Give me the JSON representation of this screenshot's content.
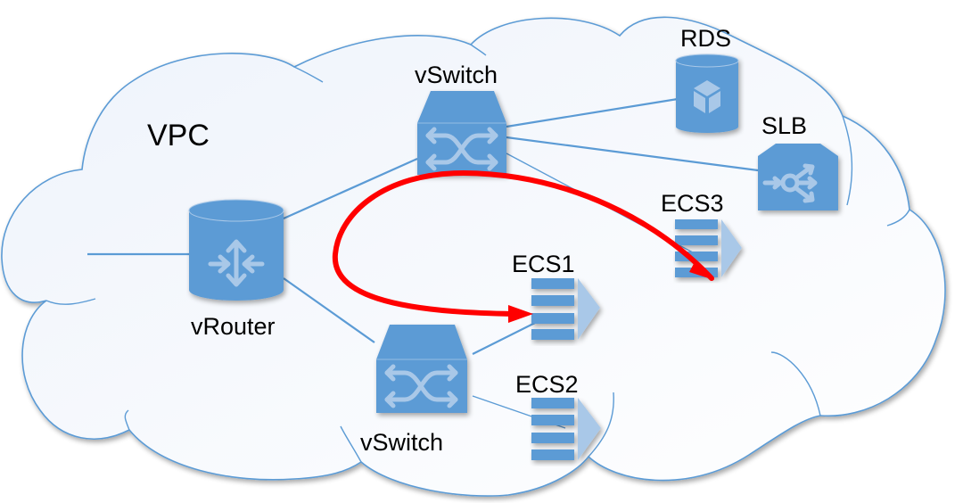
{
  "diagram": {
    "cloud_label": "VPC",
    "nodes": [
      {
        "id": "vrouter",
        "label": "vRouter",
        "icon": "router-cylinder-icon"
      },
      {
        "id": "vswitch_top",
        "label": "vSwitch",
        "icon": "switch-icon"
      },
      {
        "id": "vswitch_bottom",
        "label": "vSwitch",
        "icon": "switch-icon"
      },
      {
        "id": "rds",
        "label": "RDS",
        "icon": "database-cube-icon"
      },
      {
        "id": "slb",
        "label": "SLB",
        "icon": "load-balancer-icon"
      },
      {
        "id": "ecs1",
        "label": "ECS1",
        "icon": "server-stack-icon"
      },
      {
        "id": "ecs2",
        "label": "ECS2",
        "icon": "server-stack-icon"
      },
      {
        "id": "ecs3",
        "label": "ECS3",
        "icon": "server-stack-icon"
      }
    ],
    "links": [
      {
        "from": "external",
        "to": "vrouter"
      },
      {
        "from": "vrouter",
        "to": "vswitch_top"
      },
      {
        "from": "vrouter",
        "to": "vswitch_bottom"
      },
      {
        "from": "vswitch_top",
        "to": "rds"
      },
      {
        "from": "vswitch_top",
        "to": "slb"
      },
      {
        "from": "vswitch_top",
        "to": "ecs3"
      },
      {
        "from": "vswitch_bottom",
        "to": "ecs1"
      },
      {
        "from": "vswitch_bottom",
        "to": "ecs2"
      }
    ],
    "highlight_path": {
      "from": "ecs3",
      "to": "ecs1",
      "color": "#ff0000",
      "description": "red curved arrow from ECS3 to ECS1"
    },
    "colors": {
      "icon": "#5b9bd5",
      "icon_glyph": "#a9c8e8",
      "cloud_stroke": "#5b9bd5",
      "arrow": "#ff0000"
    }
  }
}
